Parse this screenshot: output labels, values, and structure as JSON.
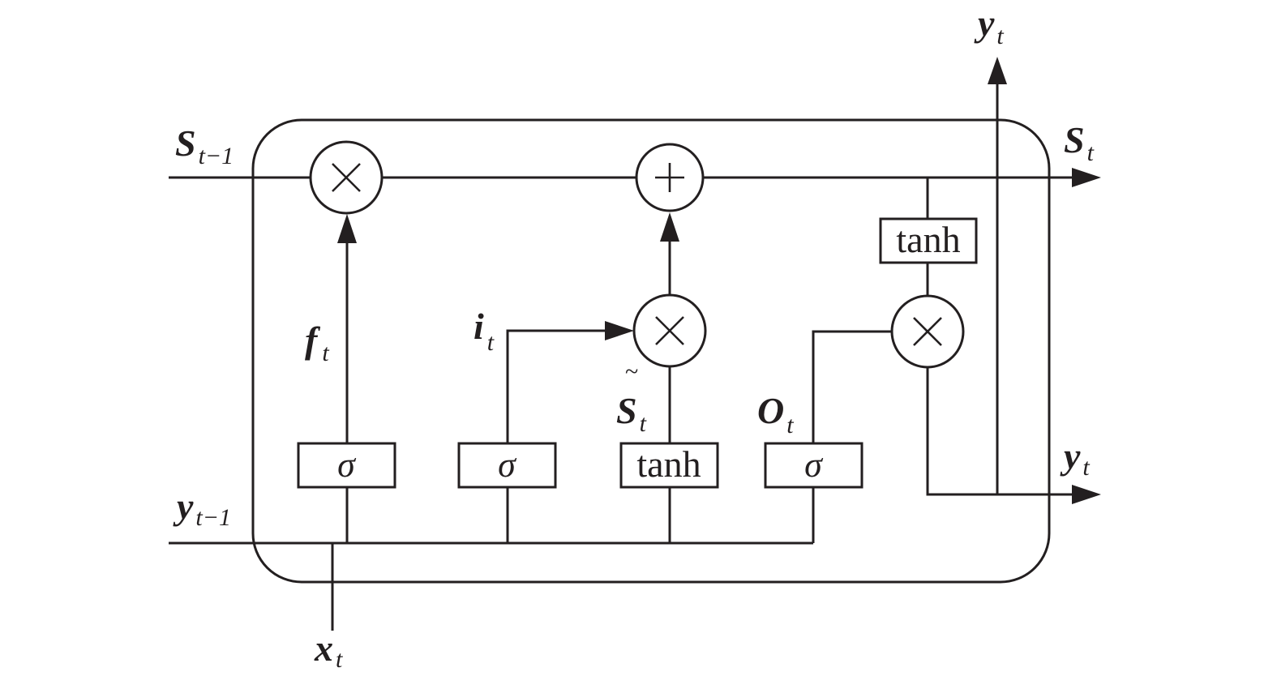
{
  "diagram": {
    "labels": {
      "s_prev": {
        "main": "S",
        "sub": "t−1"
      },
      "s_next": {
        "main": "S",
        "sub": "t"
      },
      "y_prev": {
        "main": "y",
        "sub": "t−1"
      },
      "y_out_right": {
        "main": "y",
        "sub": "t"
      },
      "y_out_top": {
        "main": "y",
        "sub": "t"
      },
      "x_in": {
        "main": "x",
        "sub": "t"
      },
      "forget": {
        "main": "f",
        "sub": "t"
      },
      "input": {
        "main": "i",
        "sub": "t"
      },
      "candidate": {
        "main": "S",
        "sub": "t",
        "accent": "~"
      },
      "output": {
        "main": "O",
        "sub": "t"
      }
    },
    "blocks": {
      "forget_gate": "σ",
      "input_gate": "σ",
      "candidate_layer": "tanh",
      "output_gate": "σ",
      "state_activation": "tanh"
    },
    "operators": {
      "multiply": "×",
      "add": "+"
    }
  }
}
